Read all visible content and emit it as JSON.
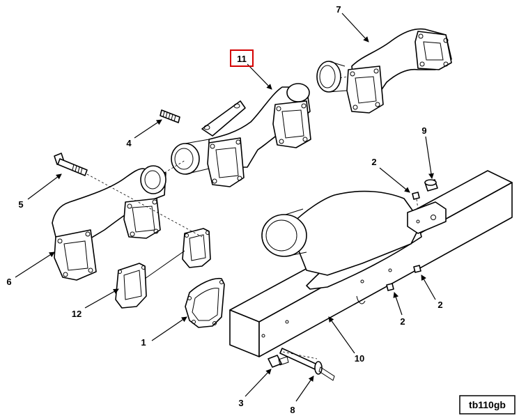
{
  "diagram": {
    "callouts": [
      {
        "key": "c1",
        "text": "1"
      },
      {
        "key": "c2a",
        "text": "2"
      },
      {
        "key": "c2b",
        "text": "2"
      },
      {
        "key": "c2c",
        "text": "2"
      },
      {
        "key": "c3",
        "text": "3"
      },
      {
        "key": "c4",
        "text": "4"
      },
      {
        "key": "c5",
        "text": "5"
      },
      {
        "key": "c6",
        "text": "6"
      },
      {
        "key": "c7",
        "text": "7"
      },
      {
        "key": "c8",
        "text": "8"
      },
      {
        "key": "c9",
        "text": "9"
      },
      {
        "key": "c10",
        "text": "10"
      },
      {
        "key": "c11",
        "text": "11"
      },
      {
        "key": "c12",
        "text": "12"
      }
    ],
    "highlighted_callout": "11",
    "highlight_color": "#d40000",
    "drawing_id": "tb110gb"
  }
}
